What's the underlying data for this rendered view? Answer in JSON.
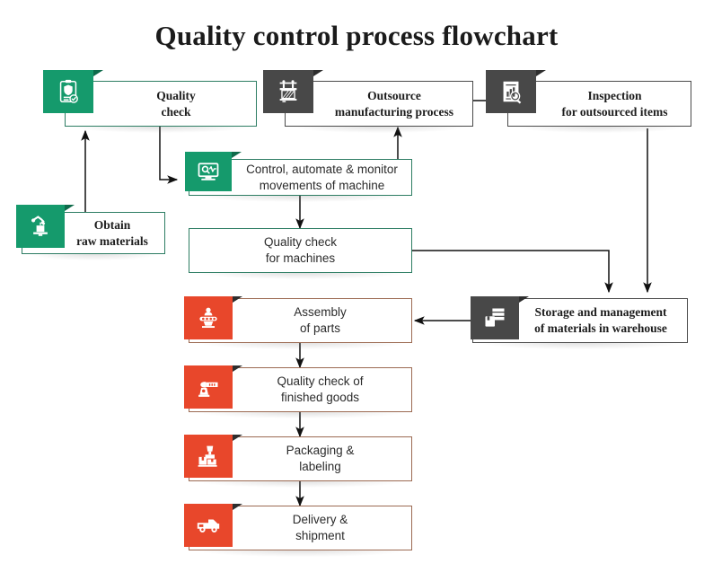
{
  "title": "Quality control process flowchart",
  "colors": {
    "green": "#159a6c",
    "gray": "#484848",
    "red": "#e8472b",
    "green_border": "#2d7d63",
    "gray_border": "#4a4a4a",
    "red_border": "#9c6a52",
    "connector": "#111111",
    "title_text": "#1b1b1b"
  },
  "nodes": [
    {
      "id": "quality-check",
      "label_line1": "Quality",
      "label_line2": "check",
      "icon": "clipboard-shield-check-icon",
      "tile_color": "green",
      "font": "serif"
    },
    {
      "id": "outsource-manufacturing",
      "label_line1": "Outsource",
      "label_line2": "manufacturing process",
      "icon": "factory-machine-icon",
      "tile_color": "gray",
      "font": "serif"
    },
    {
      "id": "inspection-outsourced",
      "label_line1": "Inspection",
      "label_line2": "for outsourced  items",
      "icon": "report-magnifier-icon",
      "tile_color": "gray",
      "font": "serif"
    },
    {
      "id": "control-automate-monitor",
      "label_line1": "Control,  automate  &  monitor",
      "label_line2": "movements  of machine",
      "icon": "monitor-gear-icon",
      "tile_color": "green",
      "font": "sans"
    },
    {
      "id": "obtain-raw-materials",
      "label_line1": "Obtain",
      "label_line2": "raw materials",
      "icon": "robot-arm-icon",
      "tile_color": "green",
      "font": "serif"
    },
    {
      "id": "quality-check-machines",
      "label_line1": "Quality check",
      "label_line2": "for machines",
      "icon": "none",
      "tile_color": "none",
      "font": "sans"
    },
    {
      "id": "assembly-of-parts",
      "label_line1": "Assembly",
      "label_line2": "of parts",
      "icon": "conveyor-assembly-icon",
      "tile_color": "red",
      "font": "sans"
    },
    {
      "id": "storage-management",
      "label_line1": "Storage and management",
      "label_line2": "of materials in warehouse",
      "icon": "stacked-boxes-icon",
      "tile_color": "gray",
      "font": "serif"
    },
    {
      "id": "quality-check-finished",
      "label_line1": "Quality check of",
      "label_line2": "finished goods",
      "icon": "scanner-tool-icon",
      "tile_color": "red",
      "font": "sans"
    },
    {
      "id": "packaging-labeling",
      "label_line1": "Packaging &",
      "label_line2": "labeling",
      "icon": "package-label-icon",
      "tile_color": "red",
      "font": "sans"
    },
    {
      "id": "delivery-shipment",
      "label_line1": "Delivery  &",
      "label_line2": "shipment",
      "icon": "delivery-truck-icon",
      "tile_color": "red",
      "font": "sans"
    }
  ]
}
